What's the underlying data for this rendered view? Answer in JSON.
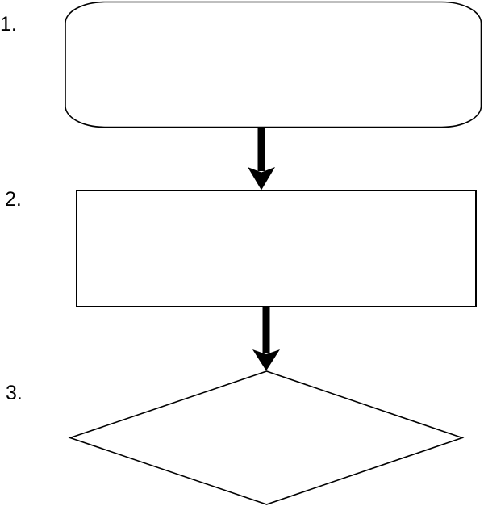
{
  "colors": {
    "background": "#ffffff",
    "shape_fill": "#ffffff",
    "shape_stroke": "#000000",
    "arrow": "#000000",
    "label_text": "#000000"
  },
  "diagram": {
    "nodes": [
      {
        "label": "1.",
        "shape": "terminator-rounded-rectangle",
        "text": ""
      },
      {
        "label": "2.",
        "shape": "process-rectangle",
        "text": ""
      },
      {
        "label": "3.",
        "shape": "decision-diamond",
        "text": ""
      }
    ],
    "connectors": [
      {
        "from": "1.",
        "to": "2.",
        "type": "thick-arrow-down"
      },
      {
        "from": "2.",
        "to": "3.",
        "type": "thick-arrow-down"
      }
    ]
  }
}
